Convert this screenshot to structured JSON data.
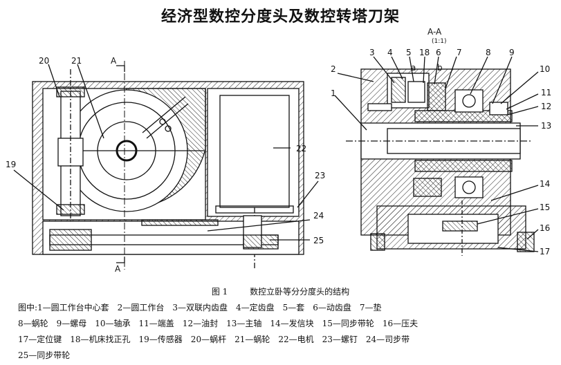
{
  "title": "经济型数控分度头及数控转塔刀架",
  "section": {
    "name": "A-A",
    "scale": "(1:1)",
    "cut_mark": "A"
  },
  "left_callouts": [
    "20",
    "21",
    "19",
    "22",
    "23",
    "24",
    "25"
  ],
  "right_callouts": [
    "2",
    "1",
    "3",
    "4",
    "5",
    "18",
    "6",
    "7",
    "8",
    "9",
    "10",
    "11",
    "12",
    "13",
    "14",
    "15",
    "16",
    "17"
  ],
  "inner_marks": [
    "a",
    "b"
  ],
  "caption": {
    "number": "图 1",
    "text": "数控立卧等分分度头的结构"
  },
  "legend_lines": [
    "图中:1—圆工作台中心套　2—圆工作台　3—双联内齿盘　4—定齿盘　5—套　6—动齿盘　7—垫",
    "8—蜗轮　9—螺母　10—轴承　11—端盖　12—油封　13—主轴　14—发信块　15—同步带轮　16—压夫",
    "17—定位键　18—机床找正孔　19—传感器　20—蜗杆　21—蜗轮　22—电机　23—螺钉　24—司步带",
    "25—同步带轮"
  ]
}
